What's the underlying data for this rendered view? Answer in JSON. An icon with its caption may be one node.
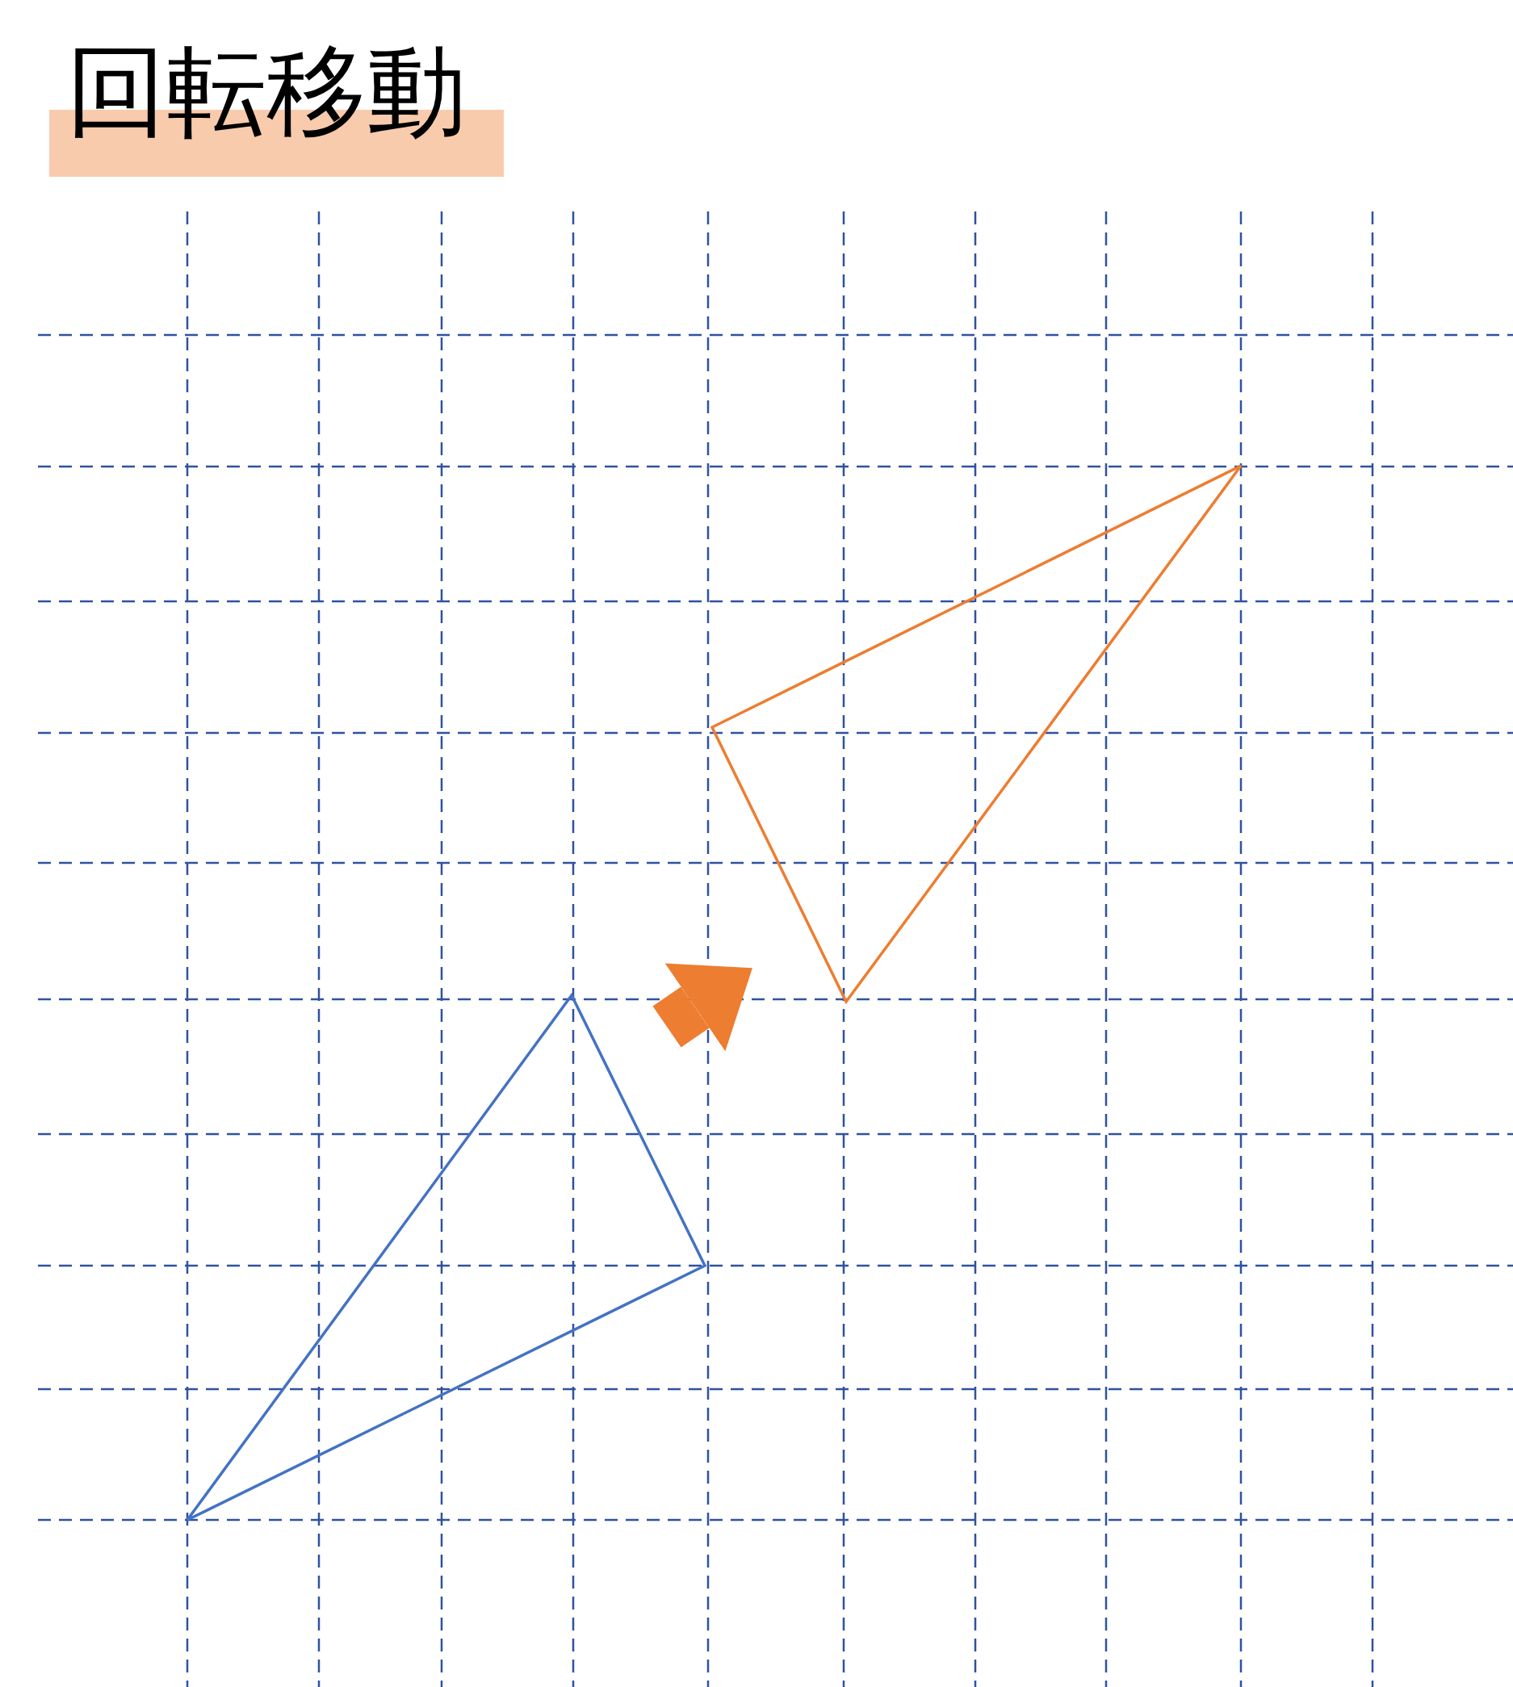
{
  "diagram": {
    "title": "回転移動",
    "nodes": [
      {
        "text": [],
        "shape": "triangle"
      },
      {
        "text": [],
        "shape": "triangle"
      }
    ]
  }
}
